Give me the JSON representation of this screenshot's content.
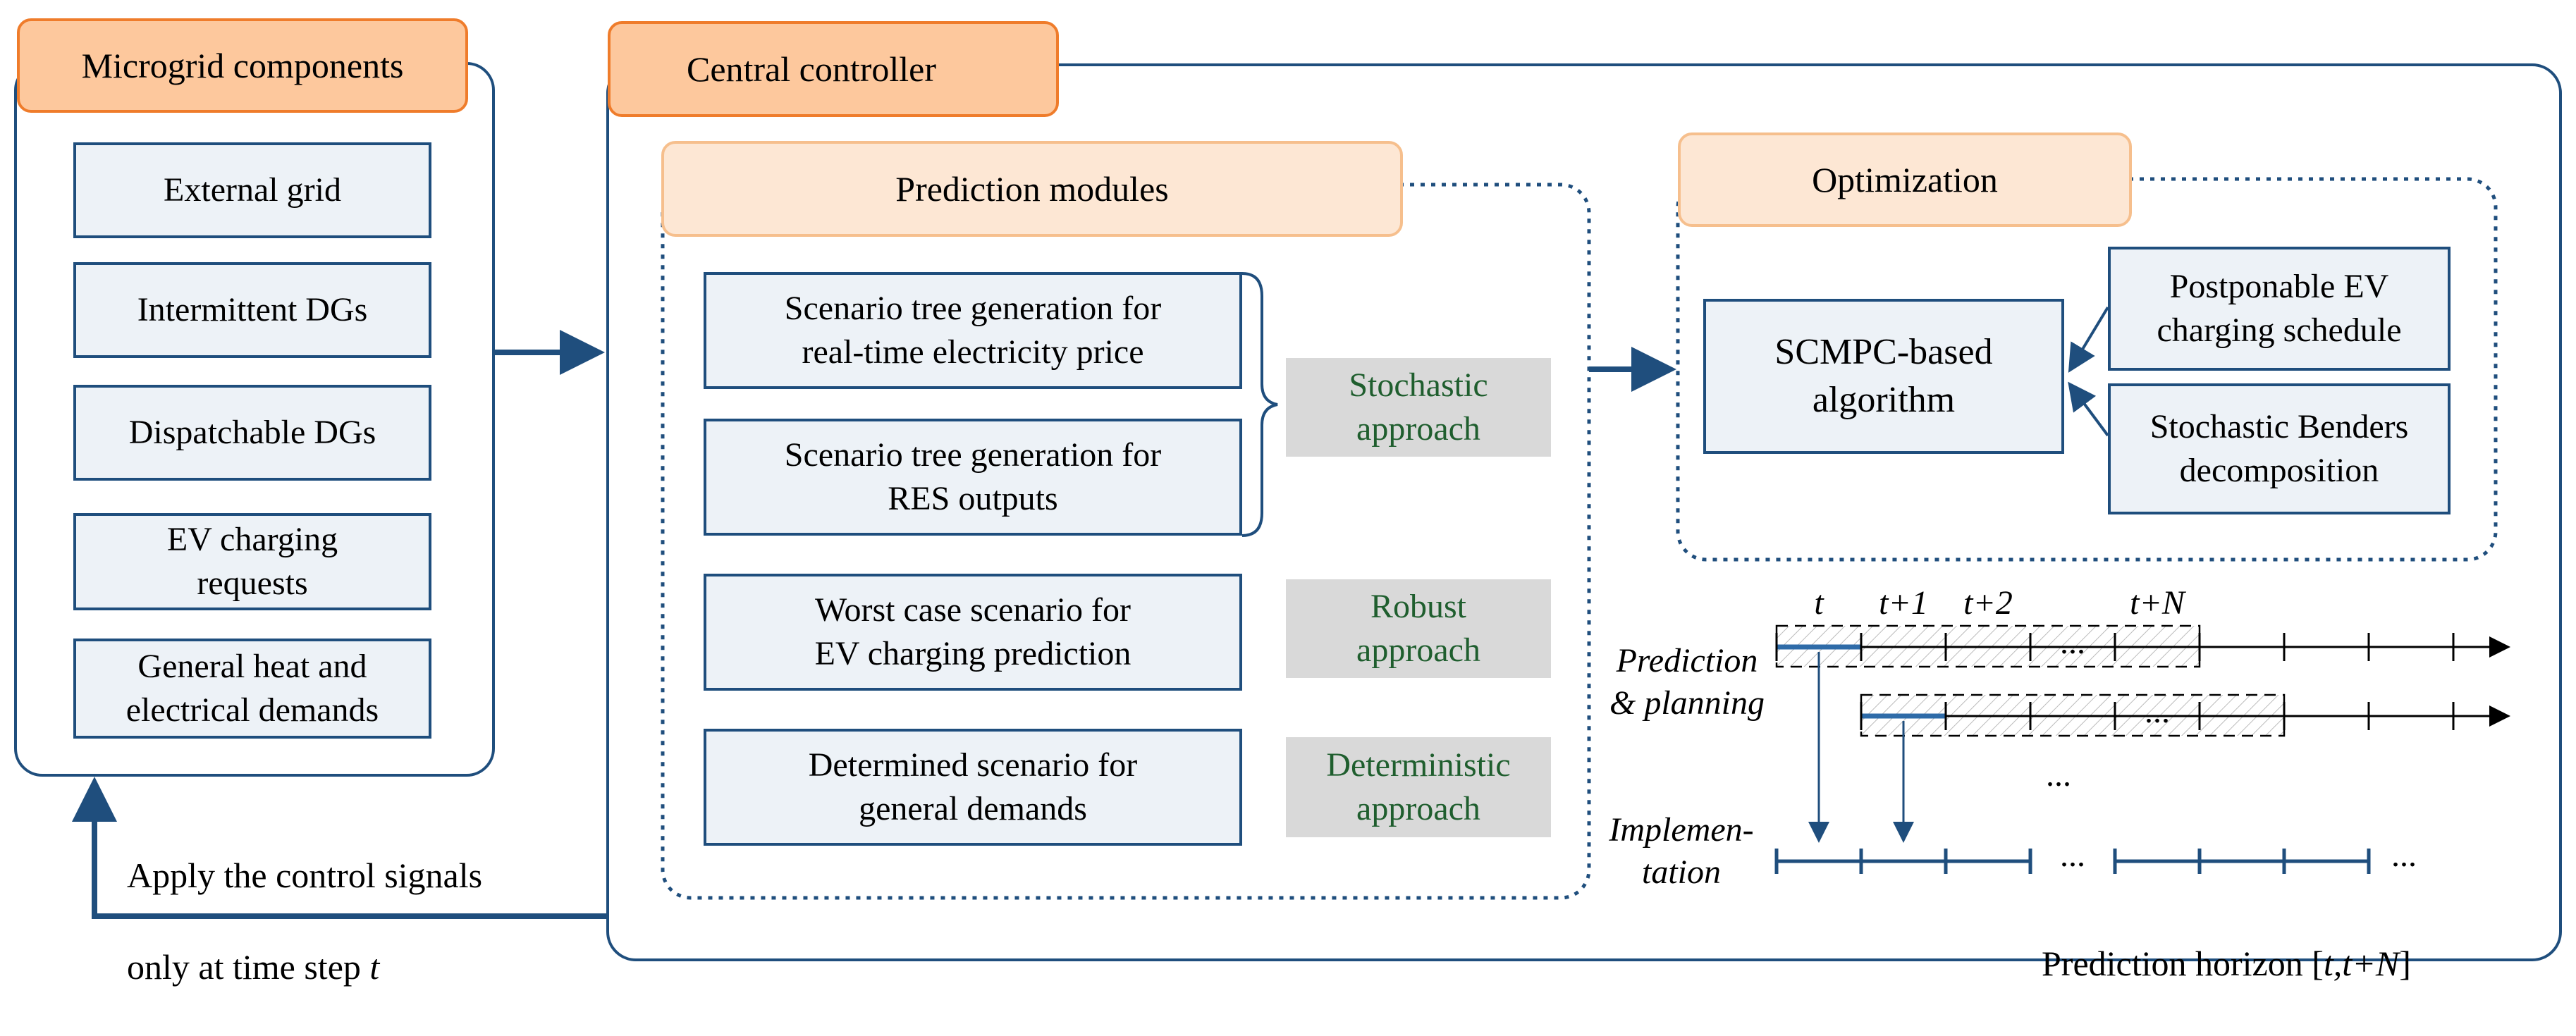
{
  "colors": {
    "header_fill": "#fdc89d",
    "header_border": "#ef7c2b",
    "subheader_fill": "#fde7d4",
    "box_fill": "#edf2f7",
    "box_border": "#1f4e7d",
    "approach_fill": "#d9d9d9",
    "approach_text": "#1f5e2e"
  },
  "microgrid": {
    "title": "Microgrid components",
    "items": [
      "External grid",
      "Intermittent DGs",
      "Dispatchable DGs",
      "EV charging\nrequests",
      "General heat and\nelectrical demands"
    ]
  },
  "controller": {
    "title": "Central controller",
    "prediction": {
      "title": "Prediction modules",
      "boxes": [
        "Scenario tree generation for\nreal-time electricity price",
        "Scenario tree generation for\nRES outputs",
        "Worst case scenario for\nEV charging prediction",
        "Determined scenario for\ngeneral demands"
      ],
      "approaches": [
        "Stochastic\napproach",
        "Robust\napproach",
        "Deterministic\napproach"
      ]
    },
    "optimization": {
      "title": "Optimization",
      "main": "SCMPC-based\nalgorithm",
      "inputs": [
        "Postponable EV\ncharging schedule",
        "Stochastic Benders\ndecomposition"
      ]
    }
  },
  "feedback": {
    "line1": "Apply the control signals",
    "line2": "only at time step ",
    "line2_var": "t"
  },
  "timeline": {
    "prediction_label": "Prediction\n& planning",
    "implementation_label": "Implemen-\ntation",
    "ticks": [
      "t",
      "t+1",
      "t+2",
      "t+N"
    ],
    "ellipsis": "...",
    "horizon_label": "Prediction horizon [",
    "horizon_var": "t,t+N",
    "horizon_close": "]"
  }
}
